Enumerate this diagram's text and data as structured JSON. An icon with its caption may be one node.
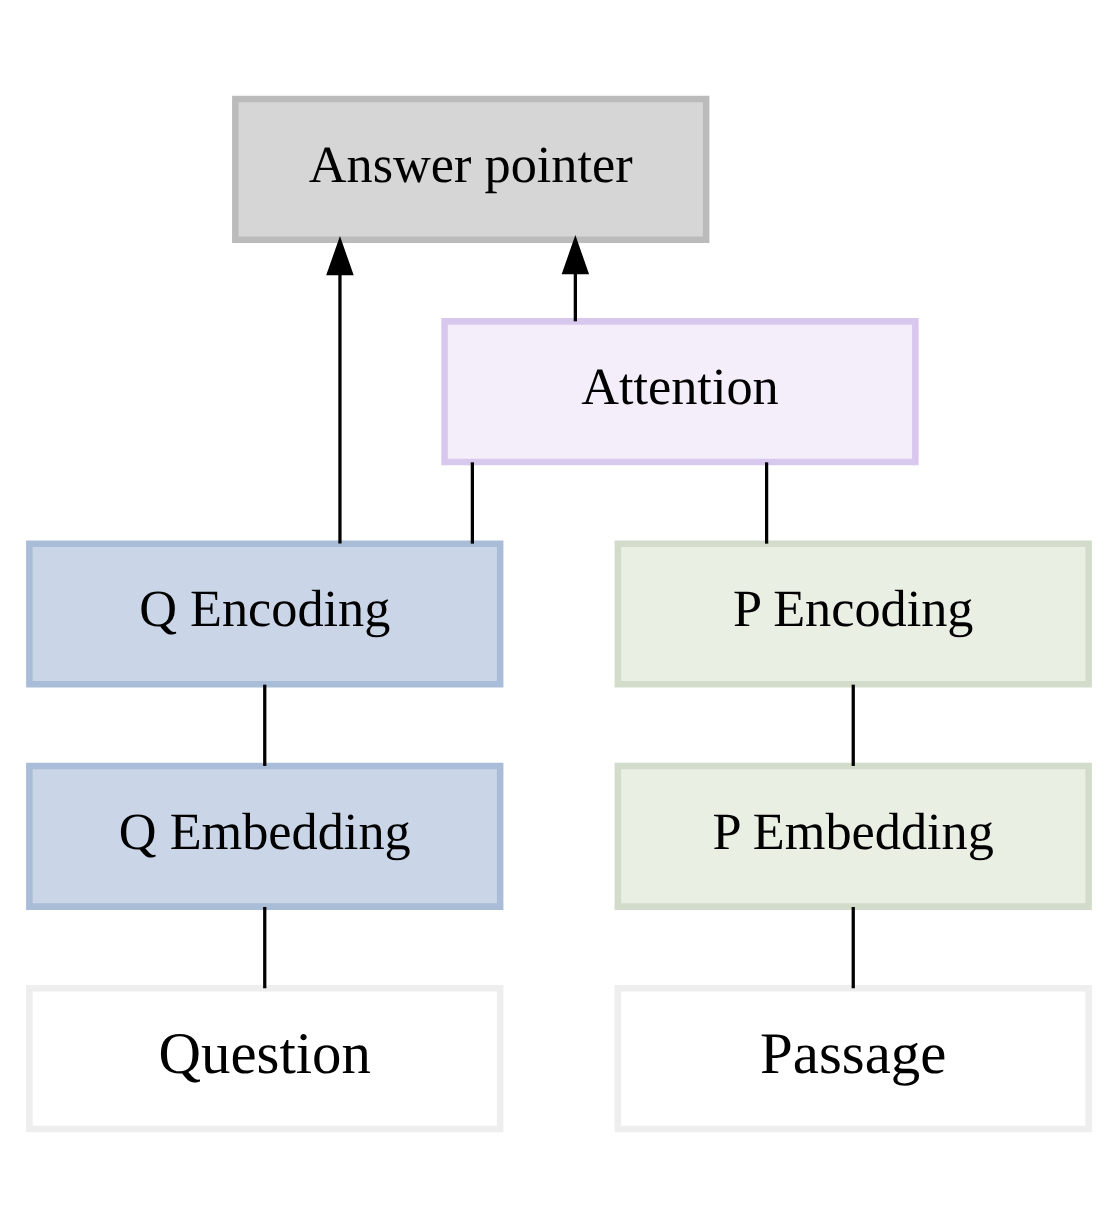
{
  "diagram": {
    "nodes": [
      {
        "text": [
          "Answer pointer"
        ]
      },
      {
        "text": [
          "Attention"
        ]
      },
      {
        "text": [
          "Q Encoding"
        ]
      },
      {
        "text": [
          "P Encoding"
        ]
      },
      {
        "text": [
          "Q Embedding"
        ]
      },
      {
        "text": [
          "P Embedding"
        ]
      },
      {
        "text": [
          "Question"
        ]
      },
      {
        "text": [
          "Passage"
        ]
      }
    ],
    "edges": [
      {
        "from": 6,
        "to": 4,
        "arrow": "none"
      },
      {
        "from": 4,
        "to": 2,
        "arrow": "none"
      },
      {
        "from": 7,
        "to": 5,
        "arrow": "none"
      },
      {
        "from": 5,
        "to": 3,
        "arrow": "none"
      },
      {
        "from": 2,
        "to": 1,
        "arrow": "none"
      },
      {
        "from": 3,
        "to": 1,
        "arrow": "none"
      },
      {
        "from": 2,
        "to": 0,
        "arrow": "to"
      },
      {
        "from": 1,
        "to": 0,
        "arrow": "to"
      }
    ]
  }
}
